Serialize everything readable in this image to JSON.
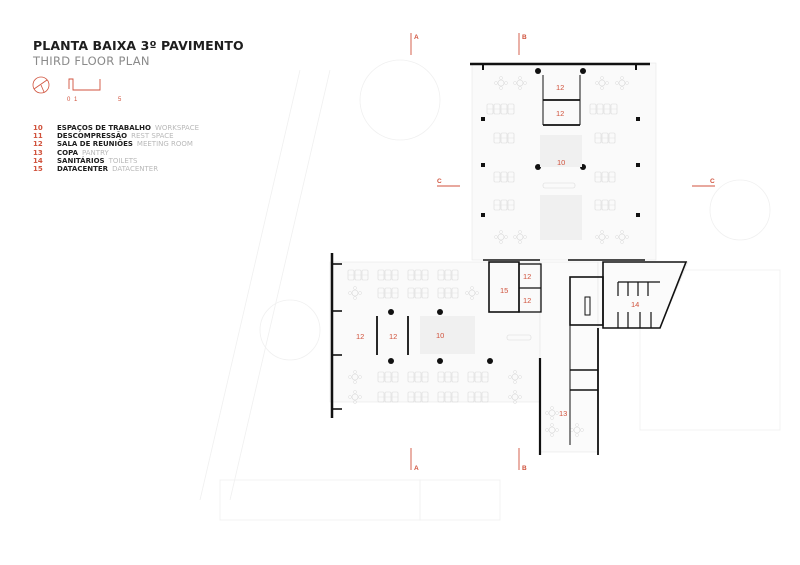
{
  "header": {
    "title": "PLANTA BAIXA 3º PAVIMENTO",
    "subtitle": "THIRD FLOOR PLAN"
  },
  "scale_bar": {
    "ticks": [
      "0",
      "1",
      "5"
    ],
    "north_arrow": "north-arrow-icon"
  },
  "legend": {
    "items": [
      {
        "number": "10",
        "name_pt": "ESPAÇOS DE TRABALHO",
        "name_en": "WORKSPACE"
      },
      {
        "number": "11",
        "name_pt": "DESCOMPRESSÃO",
        "name_en": "REST SPACE"
      },
      {
        "number": "12",
        "name_pt": "SALA DE REUNIÕES",
        "name_en": "MEETING ROOM"
      },
      {
        "number": "13",
        "name_pt": "COPA",
        "name_en": "PANTRY"
      },
      {
        "number": "14",
        "name_pt": "SANITÁRIOS",
        "name_en": "TOILETS"
      },
      {
        "number": "15",
        "name_pt": "DATACENTER",
        "name_en": "DATACENTER"
      }
    ]
  },
  "section_markers": {
    "top_a": "A",
    "top_b": "B",
    "bottom_a": "A",
    "bottom_b": "B",
    "left_c": "C",
    "right_c": "C"
  },
  "rooms": {
    "north_meeting_1": "12",
    "north_meeting_2": "12",
    "north_workspace": "10",
    "datacenter": "15",
    "east_meeting_1": "12",
    "east_meeting_2": "12",
    "west_meeting_1": "12",
    "west_meeting_2": "12",
    "south_workspace": "10",
    "toilets": "14",
    "pantry": "13"
  },
  "colors": {
    "accent": "#d0523c",
    "wall": "#111111",
    "furniture": "#d9d9d9",
    "title": "#1e1e1e",
    "subtitle": "#8a8a8a"
  }
}
